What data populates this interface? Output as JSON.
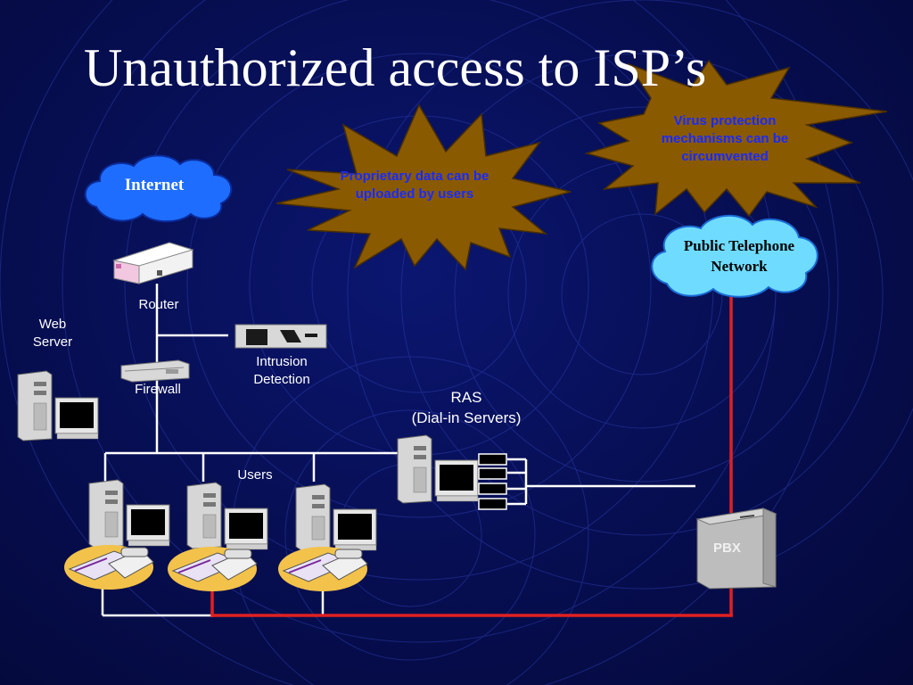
{
  "title": "Unauthorized access to ISP’s",
  "labels": {
    "internet": "Internet",
    "public_telephone": "Public Telephone Network",
    "router": "Router",
    "web_server_line1": "Web",
    "web_server_line2": "Server",
    "intrusion_line1": "Intrusion",
    "intrusion_line2": "Detection",
    "firewall": "Firewall",
    "ras_line1": "RAS",
    "ras_line2": "(Dial-in Servers)",
    "users": "Users",
    "pbx": "PBX"
  },
  "callouts": {
    "proprietary": "Proprietary data can be uploaded by users",
    "virus": "Virus protection mechanisms can be circumvented"
  },
  "colors": {
    "background": "#070f55",
    "callout_fill": "#8a5a00",
    "callout_text": "#1a2aff",
    "cloud_fill": "#1e80ff",
    "cloud_fill_alt": "#6fdcff",
    "phone_line": "#e02020",
    "network_line": "#ffffff"
  }
}
